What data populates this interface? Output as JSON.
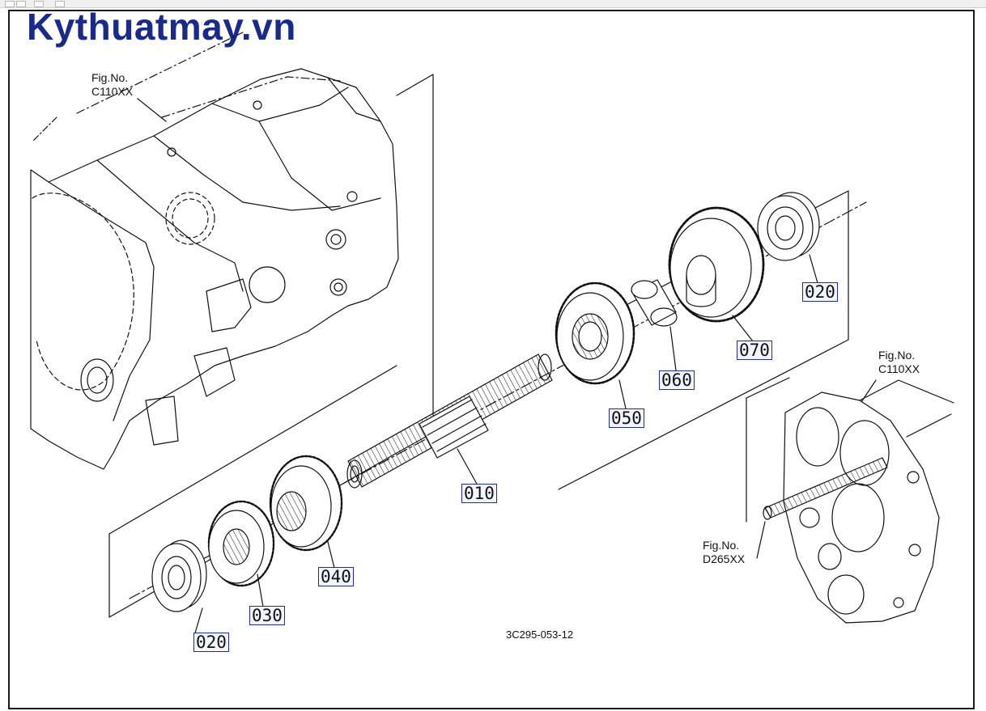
{
  "brand": "Kythuatmay.vn",
  "drawing_number": "3C295-053-12",
  "fig_refs": [
    {
      "line1": "Fig.No.",
      "line2": "C110XX"
    },
    {
      "line1": "Fig.No.",
      "line2": "C110XX"
    },
    {
      "line1": "Fig.No.",
      "line2": "D265XX"
    }
  ],
  "callouts": {
    "p010": "010",
    "p020_right": "020",
    "p020_left": "020",
    "p030": "030",
    "p040": "040",
    "p050": "050",
    "p060": "060",
    "p070": "070"
  },
  "colors": {
    "brand": "#1a2a8a",
    "callout_border": "#1f2f8f",
    "line": "#111111"
  }
}
